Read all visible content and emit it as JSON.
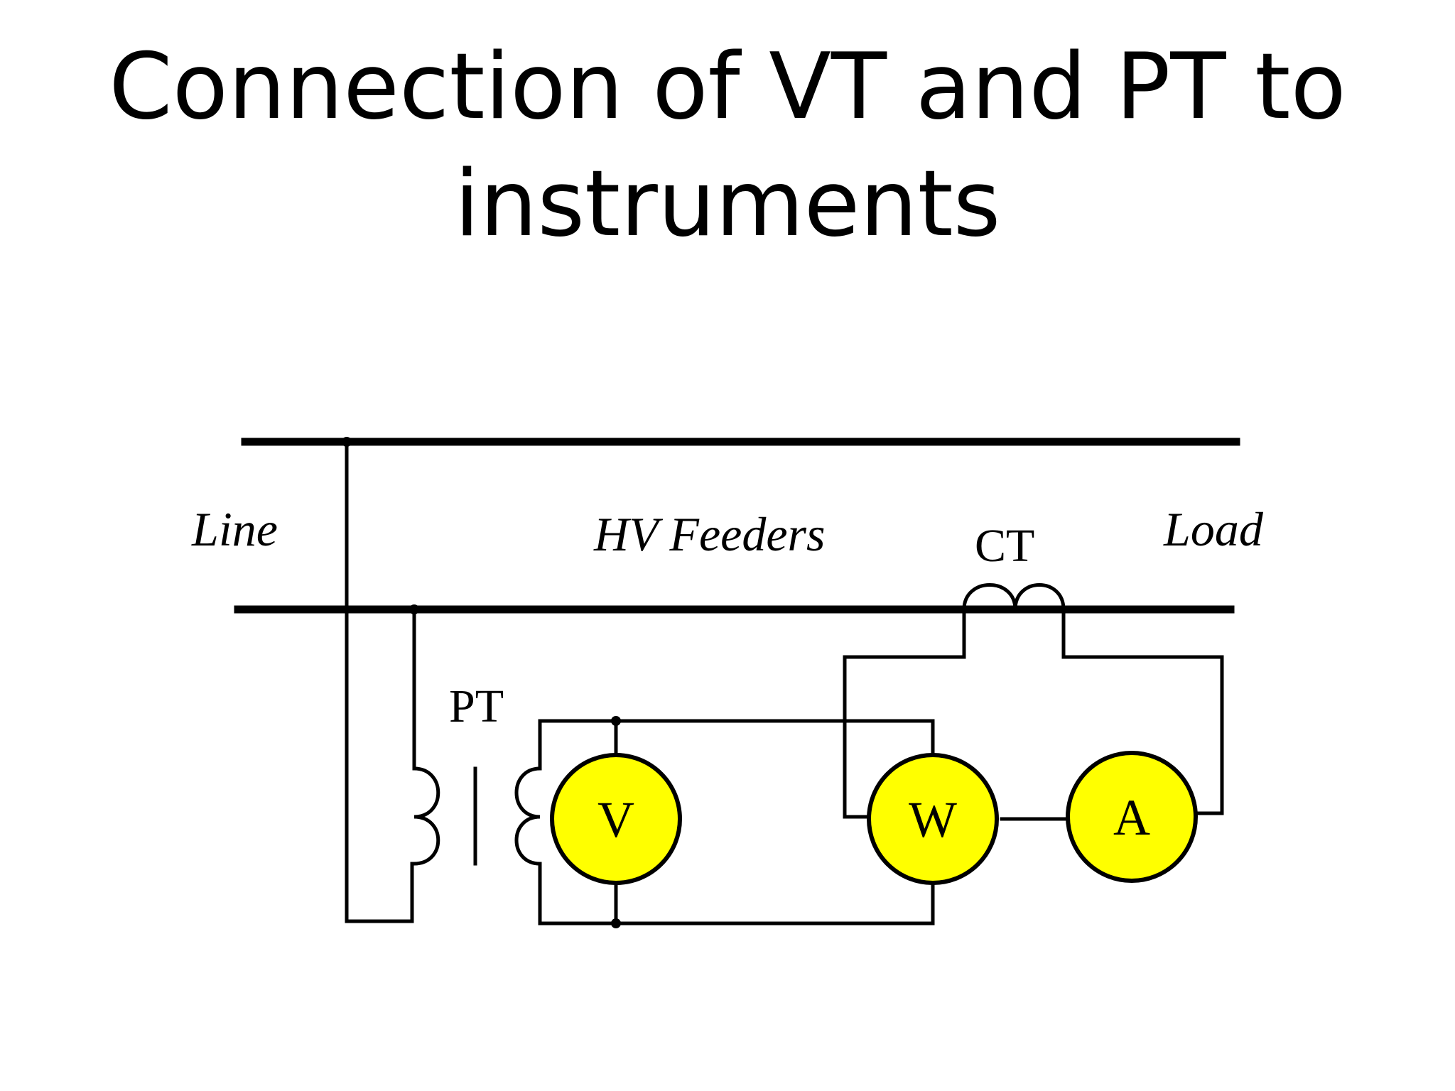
{
  "slide": {
    "title_line1": "Connection of VT and PT to",
    "title_line2": "instruments"
  },
  "diagram": {
    "labels": {
      "line": "Line",
      "hv_feeders": "HV Feeders",
      "load": "Load",
      "ct": "CT",
      "pt": "PT"
    },
    "meters": {
      "voltmeter": "V",
      "wattmeter": "W",
      "ammeter": "A"
    },
    "colors": {
      "meter_fill": "#ffff00",
      "wire": "#000000",
      "background": "#ffffff"
    }
  }
}
